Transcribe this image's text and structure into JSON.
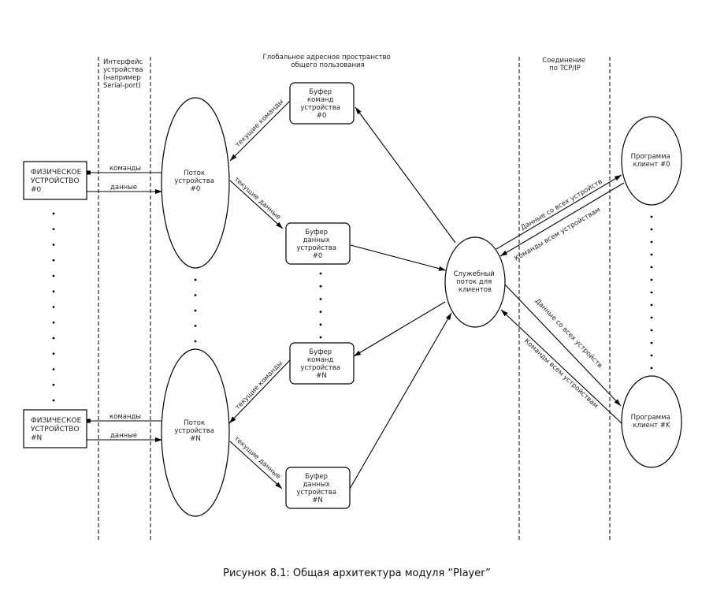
{
  "zones": {
    "device_interface": [
      "Интерфейс",
      "устройства",
      "(например",
      "Serial-port)"
    ],
    "global_space": [
      "Глобальное адресное пространство",
      "общего пользования"
    ],
    "tcp": [
      "Соединение",
      "по TCP/IP"
    ]
  },
  "nodes": {
    "phys0": [
      "ФИЗИЧЕСКОЕ",
      "УСТРОЙСТВО",
      "#0"
    ],
    "physN": [
      "ФИЗИЧЕСКОЕ",
      "УСТРОЙСТВО",
      "#N"
    ],
    "thread0": [
      "Поток",
      "устройства",
      "#0"
    ],
    "threadN": [
      "Поток",
      "устройства",
      "#N"
    ],
    "cmdbuf0": [
      "Буфер",
      "команд",
      "устройства",
      "#0"
    ],
    "databuf0": [
      "Буфер",
      "данных",
      "устройства",
      "#0"
    ],
    "cmdbufN": [
      "Буфер",
      "команд",
      "устройства",
      "#N"
    ],
    "databufN": [
      "Буфер",
      "данных",
      "устройства",
      "#N"
    ],
    "service": [
      "Служебный",
      "поток для",
      "клиентов"
    ],
    "client0": [
      "Программа",
      "клиент #0"
    ],
    "clientK": [
      "Программа",
      "клиент #K"
    ]
  },
  "edge_labels": {
    "commands": "команды",
    "data": "данные",
    "current_commands": "текущие команды",
    "current_data": "текущие данные",
    "data_from_all": "Данные со всех устройств",
    "commands_to_all": "Команды всем устройствам"
  },
  "caption": "Рисунок 8.1: Общая архитектура модуля “Player”"
}
